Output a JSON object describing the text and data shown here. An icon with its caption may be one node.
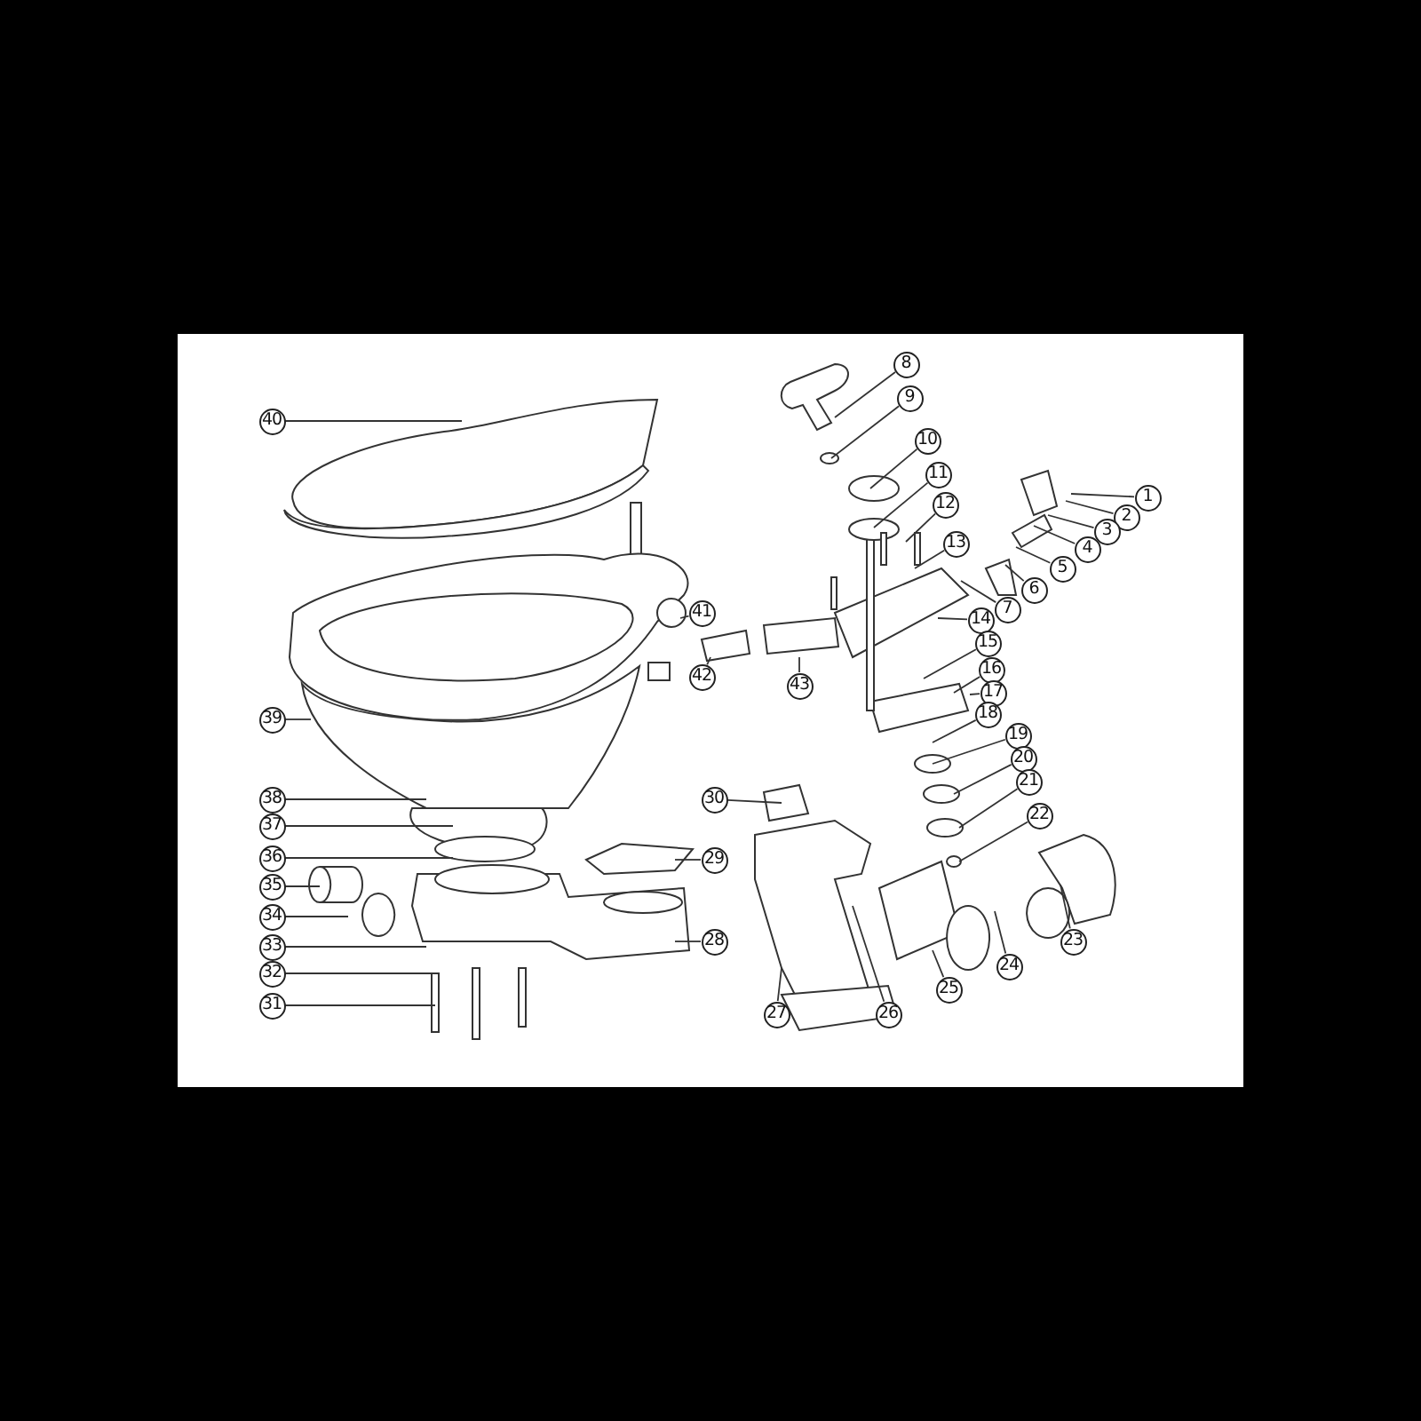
{
  "diagram": {
    "nodes": [
      {
        "text": [
          "1"
        ]
      },
      {
        "text": [
          "2"
        ]
      },
      {
        "text": [
          "3"
        ]
      },
      {
        "text": [
          "4"
        ]
      },
      {
        "text": [
          "5"
        ]
      },
      {
        "text": [
          "6"
        ]
      },
      {
        "text": [
          "7"
        ]
      },
      {
        "text": [
          "8"
        ]
      },
      {
        "text": [
          "9"
        ]
      },
      {
        "text": [
          "10"
        ]
      },
      {
        "text": [
          "11"
        ]
      },
      {
        "text": [
          "12"
        ]
      },
      {
        "text": [
          "13"
        ]
      },
      {
        "text": [
          "14"
        ]
      },
      {
        "text": [
          "15"
        ]
      },
      {
        "text": [
          "16"
        ]
      },
      {
        "text": [
          "17"
        ]
      },
      {
        "text": [
          "18"
        ]
      },
      {
        "text": [
          "19"
        ]
      },
      {
        "text": [
          "20"
        ]
      },
      {
        "text": [
          "21"
        ]
      },
      {
        "text": [
          "22"
        ]
      },
      {
        "text": [
          "23"
        ]
      },
      {
        "text": [
          "24"
        ]
      },
      {
        "text": [
          "25"
        ]
      },
      {
        "text": [
          "26"
        ]
      },
      {
        "text": [
          "27"
        ]
      },
      {
        "text": [
          "28"
        ]
      },
      {
        "text": [
          "29"
        ]
      },
      {
        "text": [
          "30"
        ]
      },
      {
        "text": [
          "31"
        ]
      },
      {
        "text": [
          "32"
        ]
      },
      {
        "text": [
          "33"
        ]
      },
      {
        "text": [
          "34"
        ]
      },
      {
        "text": [
          "35"
        ]
      },
      {
        "text": [
          "36"
        ]
      },
      {
        "text": [
          "37"
        ]
      },
      {
        "text": [
          "38"
        ]
      },
      {
        "text": [
          "39"
        ]
      },
      {
        "text": [
          "40"
        ]
      },
      {
        "text": [
          "41"
        ]
      },
      {
        "text": [
          "42"
        ]
      },
      {
        "text": [
          "43"
        ]
      }
    ],
    "edges": [
      {
        "from": 0,
        "to": null,
        "arrow": "none"
      },
      {
        "from": 1,
        "to": null,
        "arrow": "none"
      },
      {
        "from": 2,
        "to": null,
        "arrow": "none"
      },
      {
        "from": 3,
        "to": null,
        "arrow": "none"
      },
      {
        "from": 4,
        "to": null,
        "arrow": "none"
      },
      {
        "from": 5,
        "to": null,
        "arrow": "none"
      },
      {
        "from": 6,
        "to": null,
        "arrow": "none"
      },
      {
        "from": 7,
        "to": null,
        "arrow": "none"
      },
      {
        "from": 8,
        "to": null,
        "arrow": "none"
      },
      {
        "from": 9,
        "to": null,
        "arrow": "none"
      },
      {
        "from": 10,
        "to": null,
        "arrow": "none"
      },
      {
        "from": 11,
        "to": null,
        "arrow": "none"
      },
      {
        "from": 12,
        "to": null,
        "arrow": "none"
      },
      {
        "from": 13,
        "to": null,
        "arrow": "none"
      },
      {
        "from": 14,
        "to": null,
        "arrow": "none"
      },
      {
        "from": 15,
        "to": null,
        "arrow": "none"
      },
      {
        "from": 16,
        "to": null,
        "arrow": "none"
      },
      {
        "from": 17,
        "to": null,
        "arrow": "none"
      },
      {
        "from": 18,
        "to": null,
        "arrow": "none"
      },
      {
        "from": 19,
        "to": null,
        "arrow": "none"
      },
      {
        "from": 20,
        "to": null,
        "arrow": "none"
      },
      {
        "from": 21,
        "to": null,
        "arrow": "none"
      },
      {
        "from": 22,
        "to": null,
        "arrow": "none"
      },
      {
        "from": 23,
        "to": null,
        "arrow": "none"
      },
      {
        "from": 24,
        "to": null,
        "arrow": "none"
      },
      {
        "from": 25,
        "to": null,
        "arrow": "none"
      },
      {
        "from": 26,
        "to": null,
        "arrow": "none"
      },
      {
        "from": 27,
        "to": null,
        "arrow": "none"
      },
      {
        "from": 28,
        "to": null,
        "arrow": "none"
      },
      {
        "from": 29,
        "to": null,
        "arrow": "none"
      },
      {
        "from": 30,
        "to": null,
        "arrow": "none"
      },
      {
        "from": 31,
        "to": null,
        "arrow": "none"
      },
      {
        "from": 32,
        "to": null,
        "arrow": "none"
      },
      {
        "from": 33,
        "to": null,
        "arrow": "none"
      },
      {
        "from": 34,
        "to": null,
        "arrow": "none"
      },
      {
        "from": 35,
        "to": null,
        "arrow": "none"
      },
      {
        "from": 36,
        "to": null,
        "arrow": "none"
      },
      {
        "from": 37,
        "to": null,
        "arrow": "none"
      },
      {
        "from": 38,
        "to": null,
        "arrow": "none"
      },
      {
        "from": 39,
        "to": null,
        "arrow": "none"
      },
      {
        "from": 40,
        "to": null,
        "arrow": "none"
      },
      {
        "from": 41,
        "to": null,
        "arrow": "none"
      },
      {
        "from": 42,
        "to": null,
        "arrow": "none"
      }
    ]
  }
}
